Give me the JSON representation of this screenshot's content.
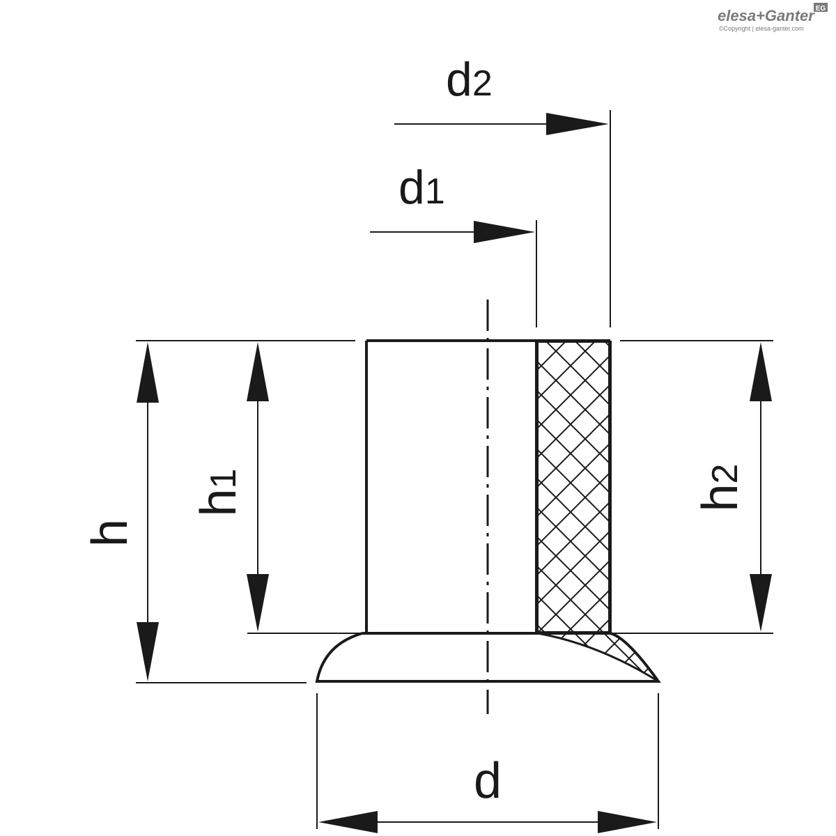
{
  "logo": {
    "brand_text": "elesa+Ganter",
    "badge_text": "EG",
    "copyright_text": "©Copyright | elesa-ganter.com"
  },
  "labels": {
    "d2": {
      "main": "d",
      "sub": "2"
    },
    "d1": {
      "main": "d",
      "sub": "1"
    },
    "h": {
      "main": "h",
      "sub": ""
    },
    "h1": {
      "main": "h",
      "sub": "1"
    },
    "h2": {
      "main": "h",
      "sub": "2"
    },
    "d": {
      "main": "d",
      "sub": ""
    }
  },
  "colors": {
    "line": "#1a1a1a",
    "logo": "#7a7a7a"
  }
}
